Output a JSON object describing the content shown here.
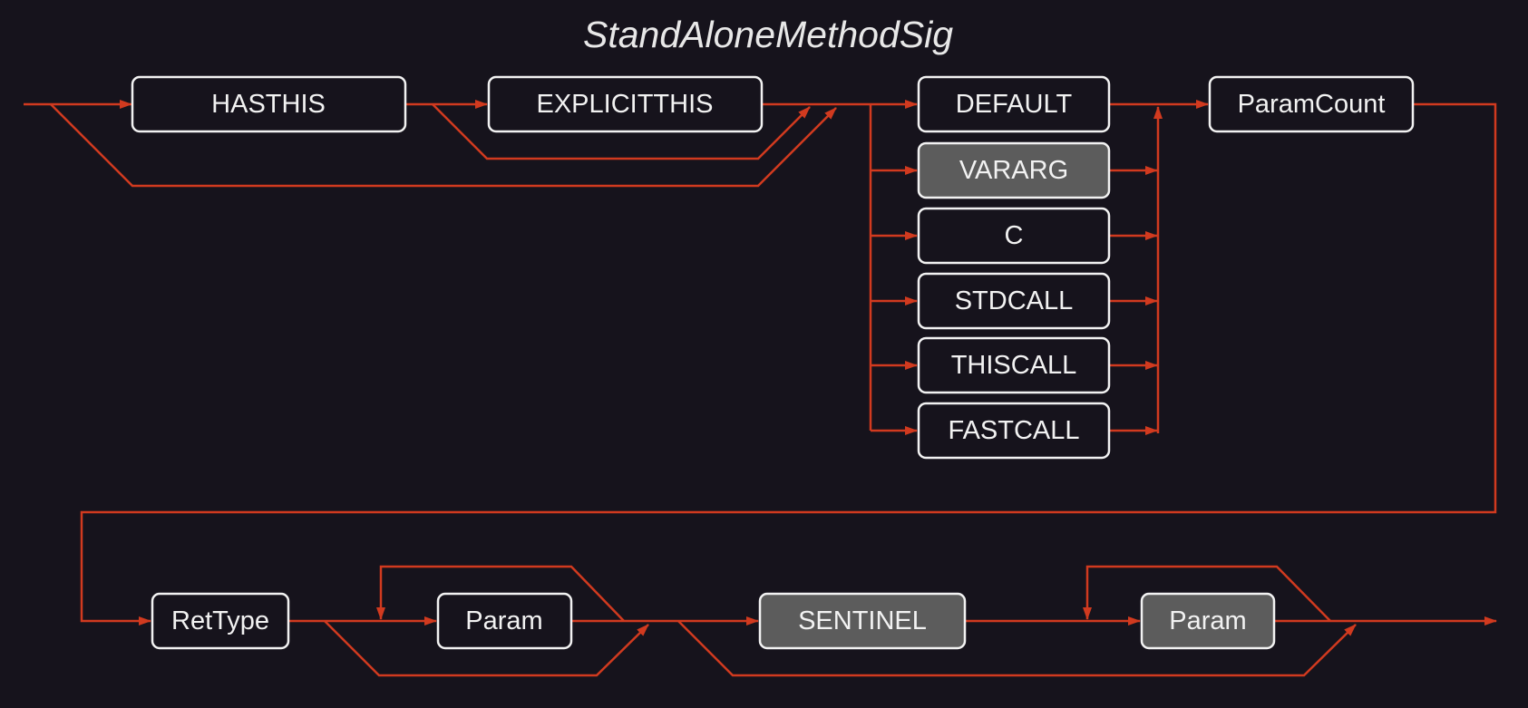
{
  "title": "StandAloneMethodSig",
  "nodes": {
    "hasthis": "HASTHIS",
    "explicitthis": "EXPLICITTHIS",
    "default": "DEFAULT",
    "vararg": "VARARG",
    "c": "C",
    "stdcall": "STDCALL",
    "thiscall": "THISCALL",
    "fastcall": "FASTCALL",
    "paramcount": "ParamCount",
    "rettype": "RetType",
    "param1": "Param",
    "sentinel": "SENTINEL",
    "param2": "Param"
  },
  "colors": {
    "background": "#16131c",
    "connector": "#d13a1f",
    "box_border": "#f2f2f2",
    "box_fill_shaded": "#5c5c5c",
    "text": "#f2f2f2"
  }
}
